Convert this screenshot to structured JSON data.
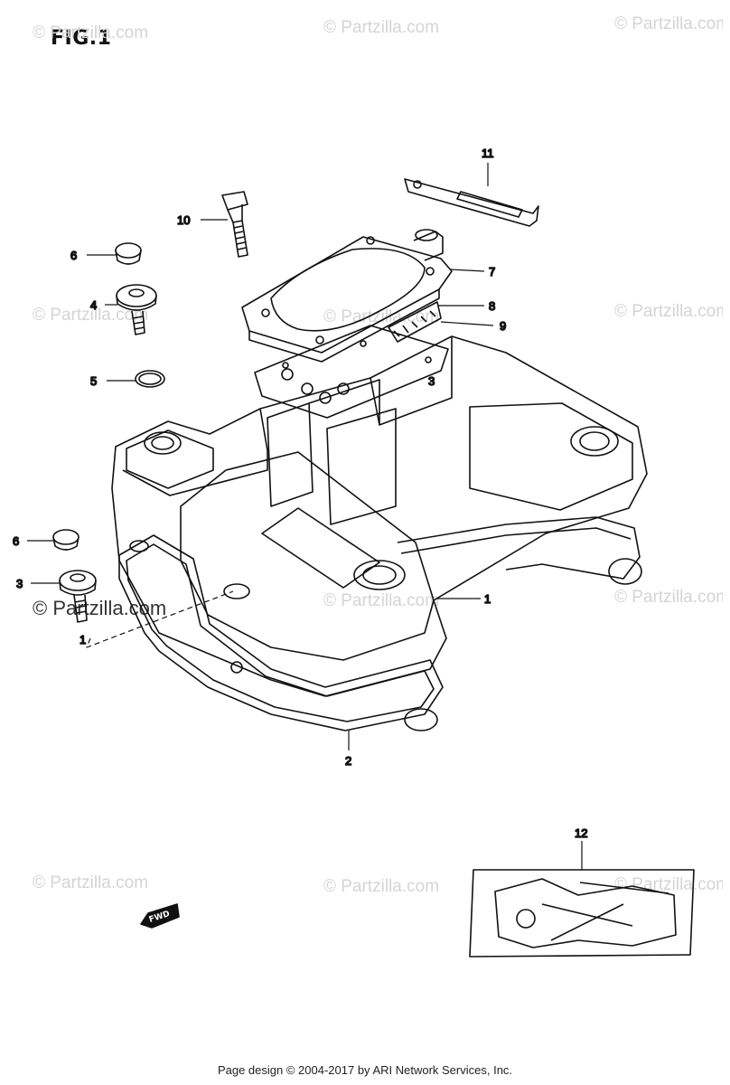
{
  "figure_label": "FIG.1",
  "watermark_text": "© Partzilla.com",
  "callouts": [
    "1",
    "2",
    "3",
    "3",
    "4",
    "5",
    "6",
    "6",
    "7",
    "8",
    "9",
    "10",
    "11",
    "12"
  ],
  "footer_text": "Page design © 2004-2017 by ARI Network Services, Inc.",
  "fwd_mark": "FWD"
}
